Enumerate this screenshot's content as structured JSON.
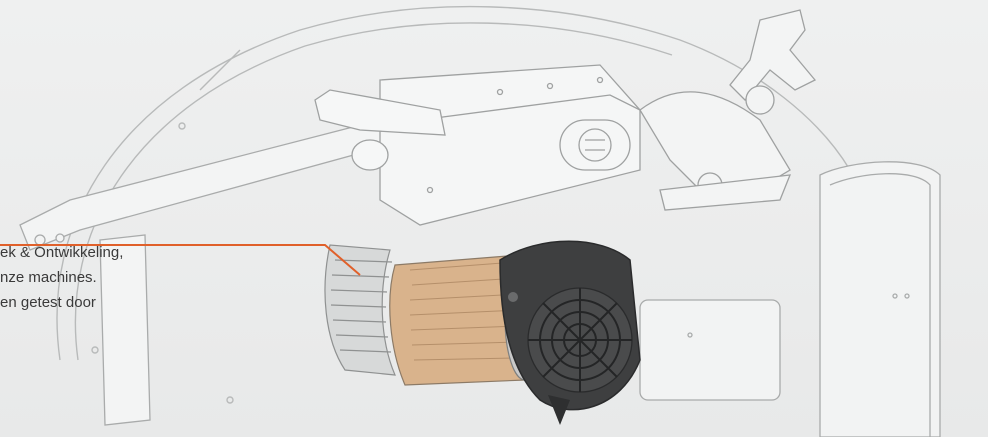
{
  "caption": {
    "lines": [
      "ek & Ontwikkeling,",
      "nze machines.",
      "en getest door"
    ]
  },
  "colors": {
    "background": "#eceded",
    "callout_line": "#e0602a",
    "line_art": "#9a9c9c",
    "motor_dark": "#3b3c3d",
    "motor_copper": "#c9a27a",
    "text": "#3a3a3a"
  },
  "illustration": {
    "subject": "machine-cutaway-illustration",
    "highlighted_part": "electric-motor-with-fan-cover"
  }
}
